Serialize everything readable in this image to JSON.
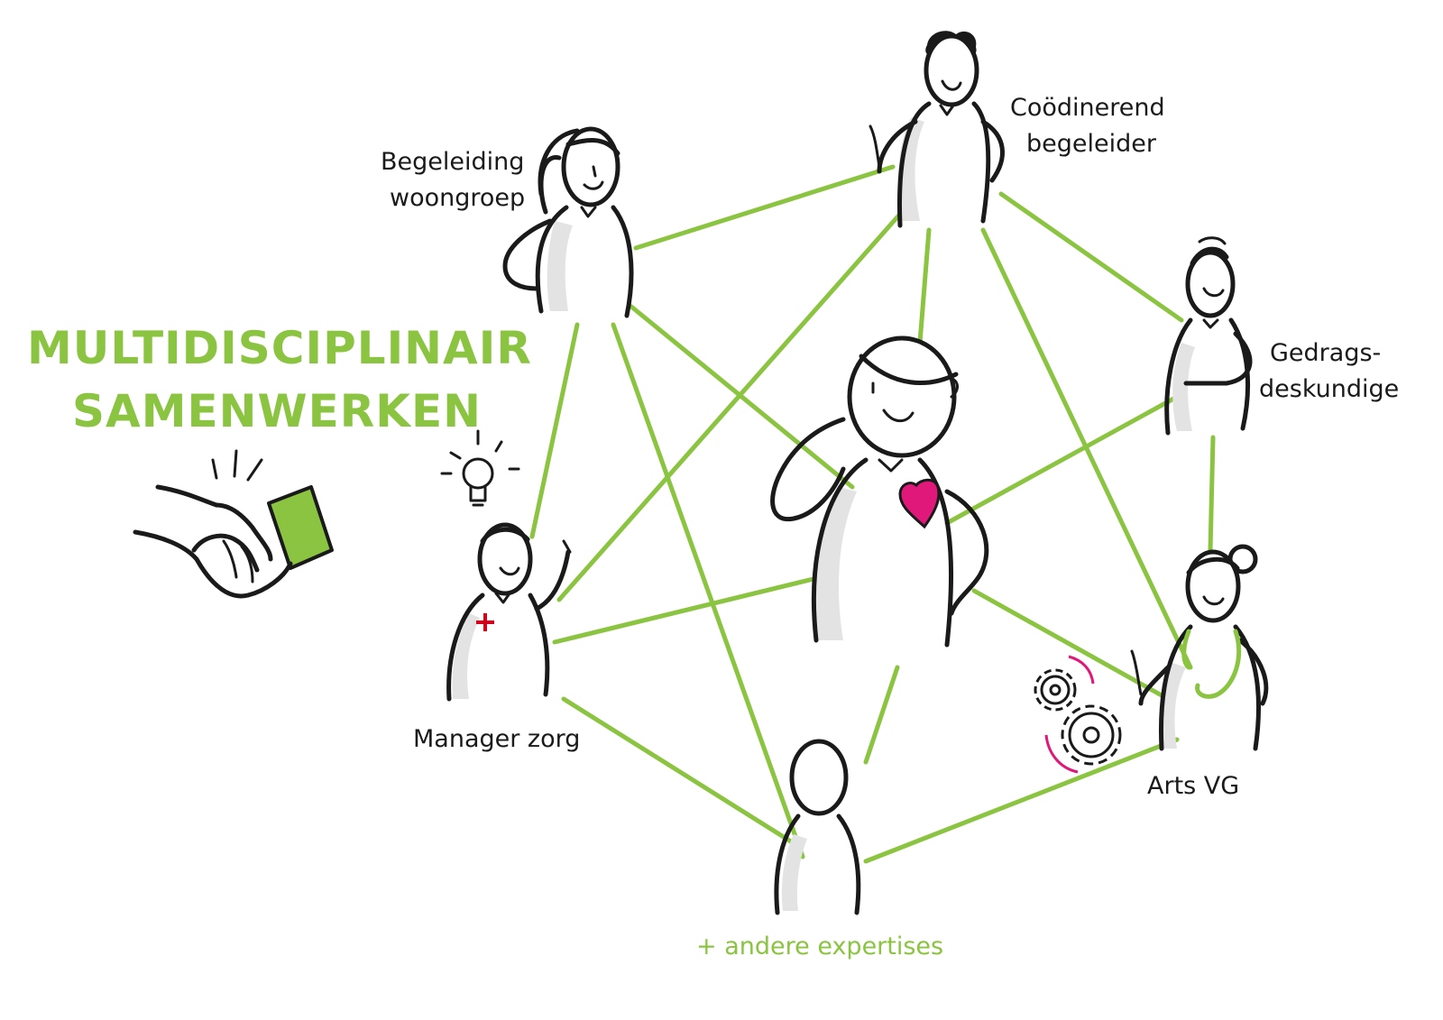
{
  "title": {
    "line1": "MULTIDISCIPLINAIR",
    "line2": "SAMENWERKEN"
  },
  "roles": {
    "begeleiding_line1": "Begeleiding",
    "begeleiding_line2": "woongroep",
    "coordinerend_line1": "Coödinerend",
    "coordinerend_line2": "begeleider",
    "gedrags_line1": "Gedrags-",
    "gedrags_line2": "deskundige",
    "manager": "Manager zorg",
    "arts": "Arts VG",
    "andere": "+ andere expertises"
  },
  "icons": [
    "handshake-icon",
    "lightbulb-icon",
    "heart-icon",
    "gears-icon",
    "medical-cross-icon",
    "stethoscope-icon"
  ],
  "colors": {
    "accent_green": "#8ac440",
    "heart_pink": "#e0187a",
    "cross_red": "#d0021b",
    "ink": "#1a1a1a"
  }
}
